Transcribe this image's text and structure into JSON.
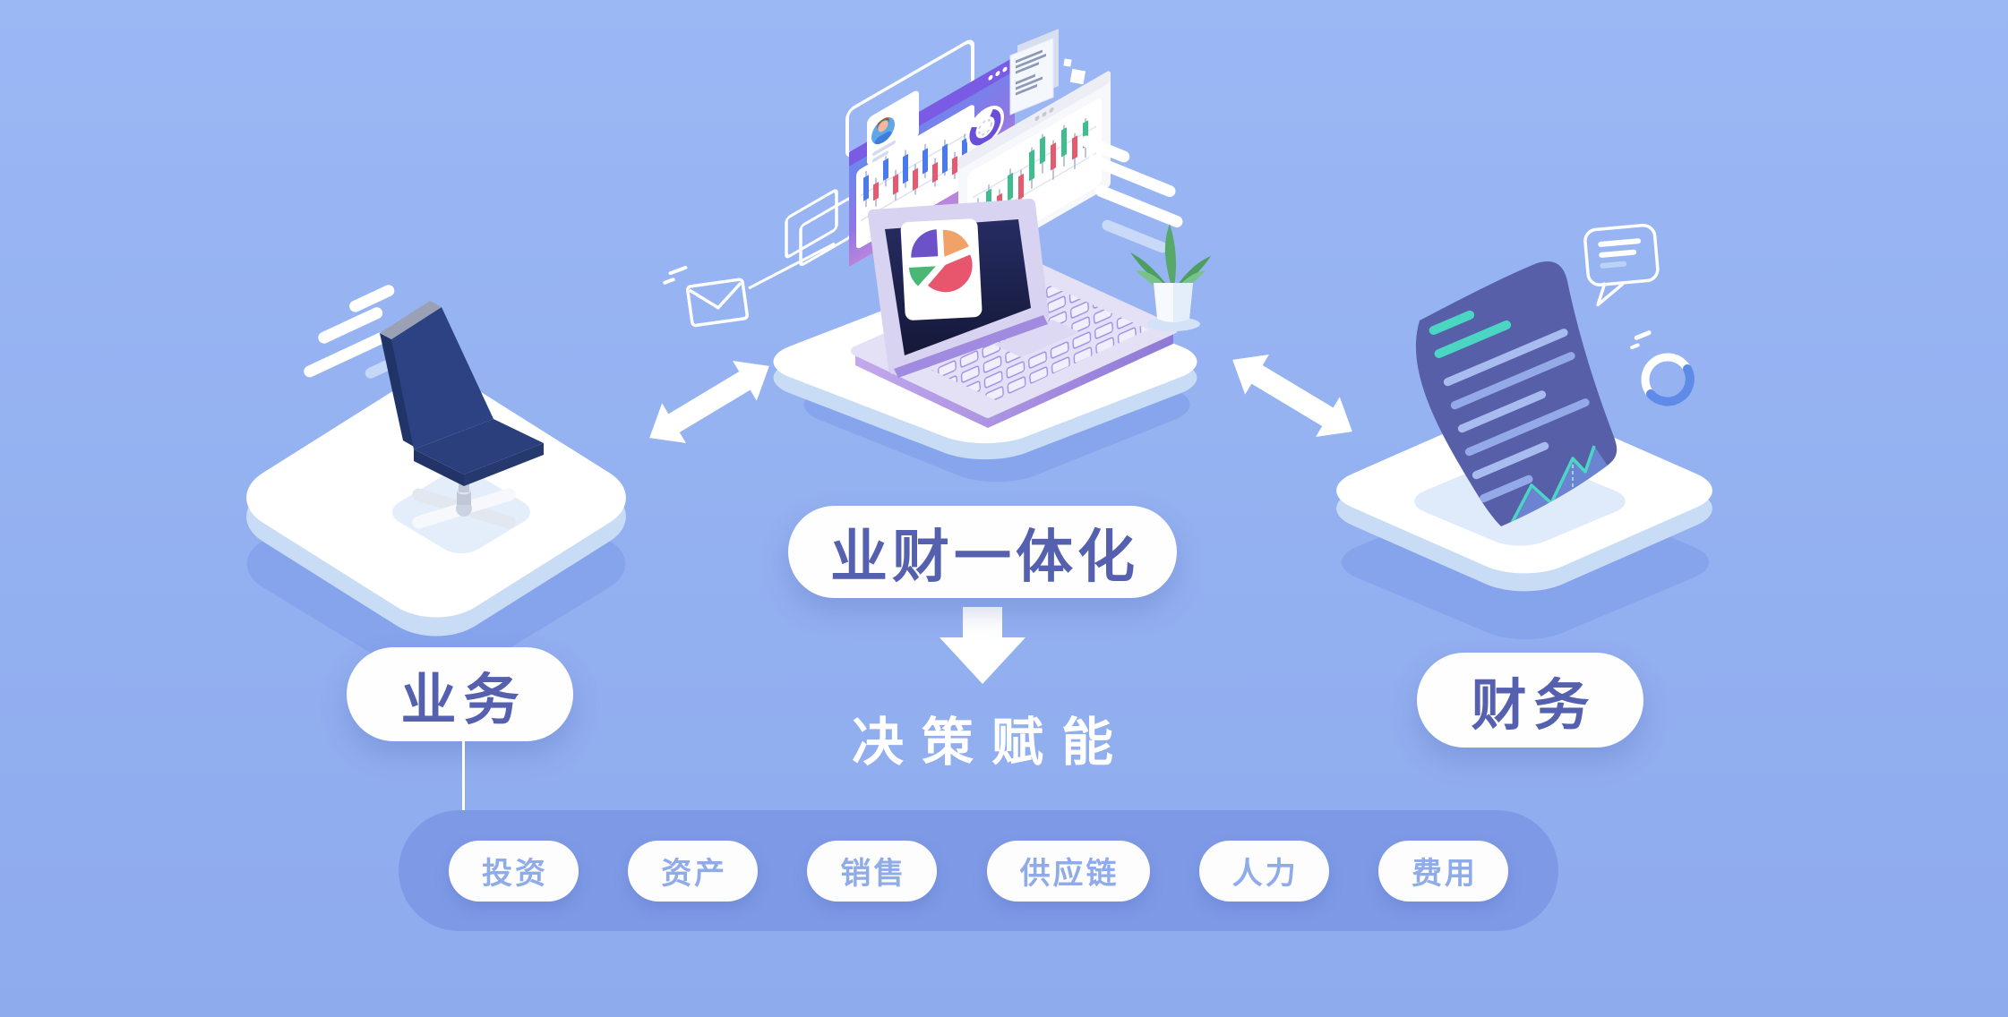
{
  "diagram": {
    "center_label": "业财一体化",
    "left_label": "业务",
    "right_label": "财务",
    "outcome_label": "决策赋能"
  },
  "bottom_bar": {
    "modules": [
      "投资",
      "资产",
      "销售",
      "供应链",
      "人力",
      "费用"
    ]
  },
  "icons": [
    "office-chair-icon",
    "laptop-dashboard-icon",
    "financial-document-icon",
    "envelope-icon",
    "speech-bubble-icon",
    "progress-ring-icon",
    "plant-icon",
    "paper-sheet-icon",
    "double-arrow-icon",
    "down-arrow-icon",
    "pie-chart-icon",
    "candlestick-chart-icon",
    "donut-chart-icon",
    "avatar-icon",
    "speed-lines-icon"
  ],
  "colors": {
    "background": "#97B4F2",
    "modules_bar": "#7E9AE6",
    "module_pill_text": "#8FABE8",
    "label_pill_bg": "#FEFEFE",
    "label_text": "#5560AE",
    "outcome_text": "#FFFFFF",
    "platform_top": "#FFFFFF",
    "platform_side": "#C9DCF6",
    "platform_shadow": "#86A4EC",
    "chair_blue": "#2C4282",
    "document_purple": "#575FA8",
    "teal_accent": "#4AD6C2",
    "window_gradient_top": "#6C87EE",
    "window_gradient_bottom": "#BC85DC",
    "candle_blue": "#4A7BE8",
    "candle_red": "#E65A70",
    "candle_green": "#3EBD8E",
    "pie_purple": "#6C51C8",
    "pie_orange": "#F0A268",
    "pie_red": "#E8566E",
    "pie_green": "#48B874",
    "laptop_screen": "#1B2050",
    "laptop_body": "#E4E0F6",
    "key_stroke": "#9C8CE8"
  }
}
